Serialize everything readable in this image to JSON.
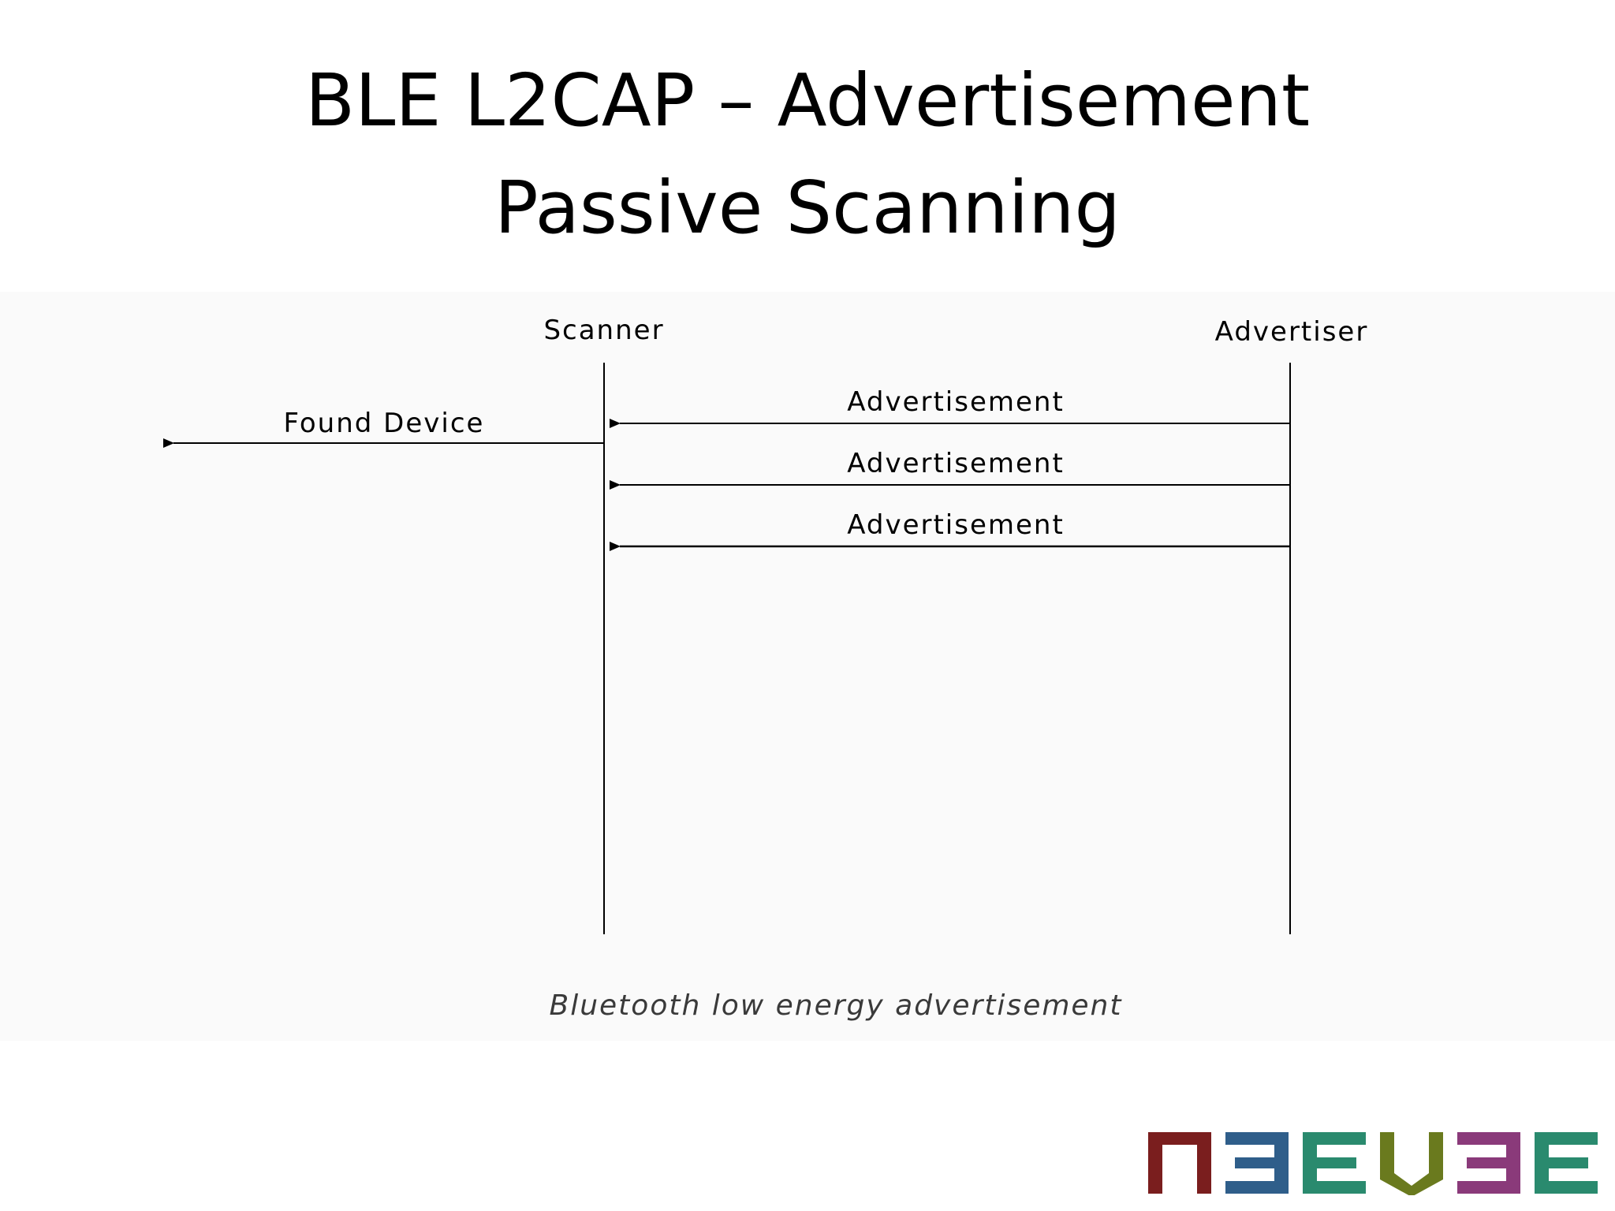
{
  "slide": {
    "title_line1": "BLE L2CAP – Advertisement",
    "title_line2": "Passive Scanning",
    "caption": "Bluetooth low energy advertisement"
  },
  "diagram": {
    "lifelines": {
      "scanner": "Scanner",
      "advertiser": "Advertiser"
    },
    "messages": [
      {
        "label": "Advertisement",
        "from": "Advertiser",
        "to": "Scanner"
      },
      {
        "label": "Advertisement",
        "from": "Advertiser",
        "to": "Scanner"
      },
      {
        "label": "Advertisement",
        "from": "Advertiser",
        "to": "Scanner"
      }
    ],
    "output": {
      "label": "Found Device",
      "from": "Scanner"
    }
  },
  "logo": {
    "name": "neevee-logo",
    "colors": [
      "#7a1e1e",
      "#2f5e8a",
      "#2a8a6e",
      "#6a7a1e",
      "#8a3a7a"
    ]
  }
}
